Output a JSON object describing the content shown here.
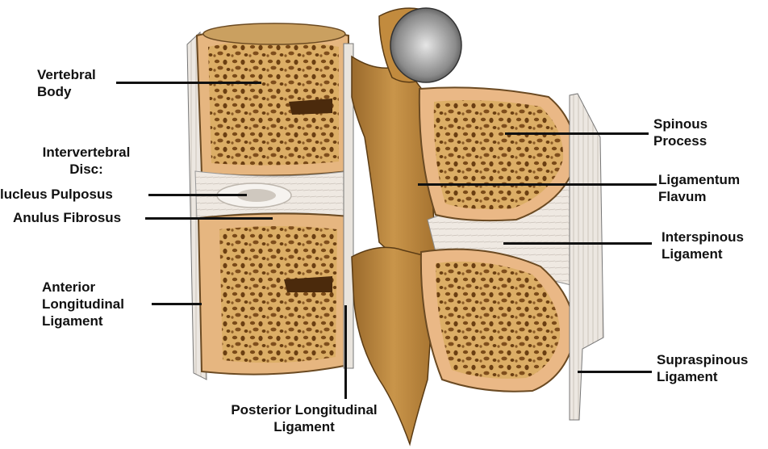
{
  "labels": {
    "vertebral_body": {
      "line1": "Vertebral",
      "line2": "Body"
    },
    "intervertebral_disc": {
      "line1": "Intervertebral",
      "line2": "Disc:"
    },
    "nucleus_pulposus": "lucleus Pulposus",
    "anulus_fibrosus": "Anulus Fibrosus",
    "anterior_longitudinal_ligament": {
      "line1": "Anterior",
      "line2": "Longitudinal",
      "line3": "Ligament"
    },
    "posterior_longitudinal_ligament": {
      "line1": "Posterior Longitudinal",
      "line2": "Ligament"
    },
    "spinous_process": {
      "line1": "Spinous",
      "line2": "Process"
    },
    "ligamentum_flavum": {
      "line1": "Ligamentum",
      "line2": "Flavum"
    },
    "interspinous_ligament": {
      "line1": "Interspinous",
      "line2": "Ligament"
    },
    "supraspinous_ligament": {
      "line1": "Supraspinous",
      "line2": "Ligament"
    }
  },
  "colors": {
    "bone_cortex": "#e3b27e",
    "bone_marrow": "#d9a85e",
    "bone_pore": "#6b3f12",
    "ligament": "#ede7df",
    "disc": "#f3f1ee",
    "pedicle": "#b9823a",
    "leader_line": "#111111"
  }
}
